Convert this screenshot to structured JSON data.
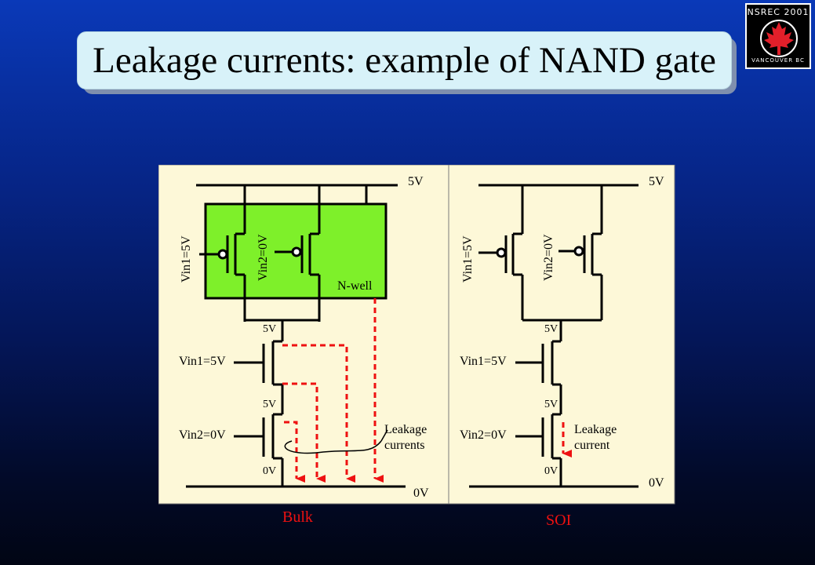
{
  "slide": {
    "title": "Leakage currents: example of NAND gate"
  },
  "logo": {
    "top_text": "NSREC 2001",
    "bottom_text": "VANCOUVER BC",
    "icon": "maple-leaf-icon"
  },
  "bulk": {
    "vdd": "5V",
    "gnd": "0V",
    "vin1_vertical": "Vin1=5V",
    "vin2_vertical": "Vin2=0V",
    "nwell": "N-well",
    "node_5v_a": "5V",
    "node_5v_b": "5V",
    "node_0v": "0V",
    "vin1": "Vin1=5V",
    "vin2": "Vin2=0V",
    "leakage_line1": "Leakage",
    "leakage_line2": "currents",
    "caption": "Bulk"
  },
  "soi": {
    "vdd": "5V",
    "gnd": "0V",
    "vin1_vertical": "Vin1=5V",
    "vin2_vertical": "Vin2=0V",
    "node_5v_a": "5V",
    "node_5v_b": "5V",
    "node_0v": "0V",
    "vin1": "Vin1=5V",
    "vin2": "Vin2=0V",
    "leakage_line1": "Leakage",
    "leakage_line2": "current",
    "caption": "SOI"
  },
  "colors": {
    "panel_bg": "#fdf8d8",
    "nwell": "#7ef02a",
    "leakage": "#ee1111",
    "caption": "#ee1111"
  }
}
